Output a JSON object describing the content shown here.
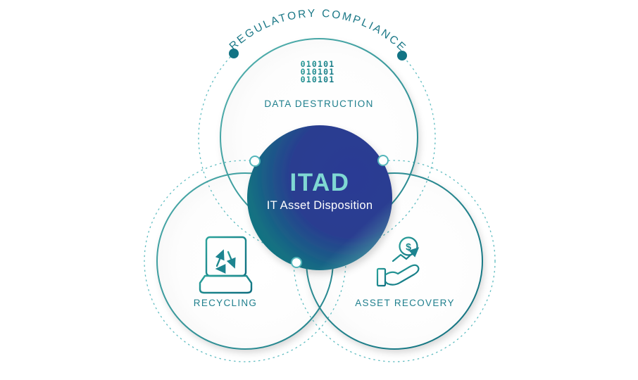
{
  "diagram": {
    "arc_label": "REGULATORY COMPLIANCE",
    "center": {
      "title": "ITAD",
      "subtitle": "IT Asset Disposition"
    },
    "segments": {
      "top": {
        "label": "DATA DESTRUCTION",
        "icon": "shredded-binary-icon"
      },
      "left": {
        "label": "RECYCLING",
        "icon": "laptop-recycle-icon"
      },
      "right": {
        "label": "ASSET RECOVERY",
        "icon": "hand-money-icon"
      }
    },
    "icons": {
      "binary_rows": [
        "010101",
        "010101",
        "010101"
      ],
      "currency_symbol": "$"
    },
    "colors": {
      "circle_stroke": "#2a8e96",
      "dashed_stroke": "#5fbcc0",
      "label_text": "#1f7f8d",
      "arc_text": "#1b7887",
      "icon_teal": "#1d8490",
      "center_navy": "#2b3990",
      "center_teal": "#0f7f7e",
      "center_seafoam": "#5ebbae",
      "itad_title_color": "#7fd8d3",
      "itad_subtitle_color": "#ffffff"
    }
  }
}
